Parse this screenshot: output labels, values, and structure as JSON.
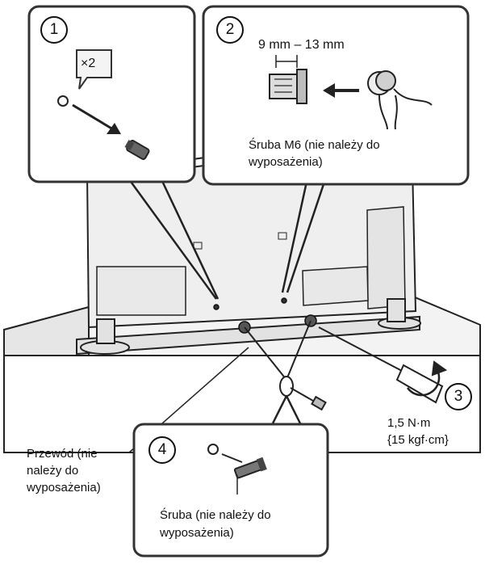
{
  "steps": {
    "step1": {
      "number": "1",
      "badge": "×2"
    },
    "step2": {
      "number": "2",
      "dimension": "9 mm – 13 mm",
      "caption_line1": "Śruba M6 (nie należy do",
      "caption_line2": "wyposażenia)"
    },
    "step3": {
      "number": "3",
      "torque_line1": "1,5 N·m",
      "torque_line2": "{15 kgf·cm}"
    },
    "step4": {
      "number": "4",
      "caption_line1": "Śruba (nie należy do",
      "caption_line2": "wyposażenia)"
    }
  },
  "cord": {
    "line1": "Przewód (nie",
    "line2": "należy do",
    "line3": "wyposażenia)"
  },
  "colors": {
    "stroke": "#111111",
    "panel_border": "#333333",
    "fill_light": "#f2f2f2",
    "fill_mid": "#d9d9d9"
  }
}
